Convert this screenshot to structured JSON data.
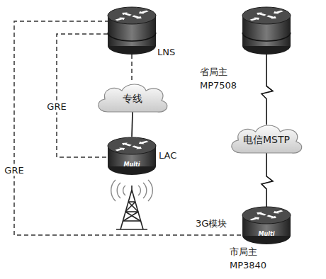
{
  "diagram": {
    "nodes": [
      {
        "text": [
          "LNS"
        ]
      },
      {
        "text": [
          "省局主 MP7508"
        ]
      },
      {
        "text": [
          "专线"
        ]
      },
      {
        "text": [
          "LAC"
        ]
      },
      {
        "text": [
          "电信MSTP"
        ]
      },
      {
        "text": [
          "3G模块",
          "市局主 MP3840"
        ]
      }
    ],
    "edges": [
      {
        "from": 0,
        "to": 2,
        "arrow": "none"
      },
      {
        "from": 2,
        "to": 3,
        "arrow": "none"
      },
      {
        "from": 0,
        "to": 3,
        "label": "GRE",
        "arrow": "none"
      },
      {
        "from": 0,
        "to": 5,
        "label": "GRE",
        "arrow": "none"
      },
      {
        "from": 1,
        "to": 4,
        "arrow": "none"
      },
      {
        "from": 4,
        "to": 5,
        "arrow": "none"
      }
    ],
    "labels": [
      "Multi",
      "Multi"
    ]
  }
}
